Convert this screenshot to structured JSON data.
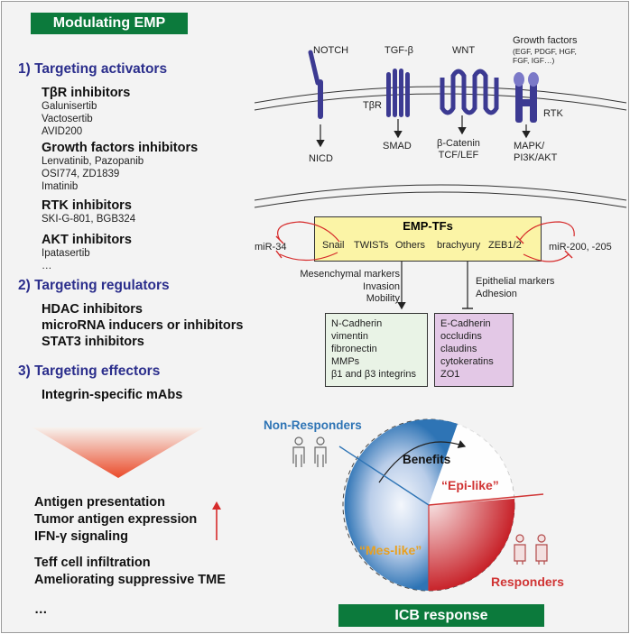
{
  "left": {
    "banner": "Modulating EMP",
    "sections": {
      "activators": {
        "title": "1) Targeting activators",
        "groups": [
          {
            "name": "TβR inhibitors",
            "items": [
              "Galunisertib",
              "Vactosertib",
              "AVID200"
            ]
          },
          {
            "name": "Growth factors inhibitors",
            "items": [
              "Lenvatinib, Pazopanib",
              "OSI774, ZD1839",
              "Imatinib"
            ]
          },
          {
            "name": "RTK inhibitors",
            "items": [
              "SKI-G-801, BGB324"
            ]
          },
          {
            "name": "AKT inhibitors",
            "items": [
              "Ipatasertib",
              "…"
            ]
          }
        ]
      },
      "regulators": {
        "title": "2) Targeting regulators",
        "items": [
          "HDAC inhibitors",
          "microRNA inducers or inhibitors",
          "STAT3 inhibitors"
        ]
      },
      "effectors": {
        "title": "3) Targeting effectors",
        "items": [
          "Integrin-specific mAbs"
        ]
      }
    },
    "outcomes": [
      "Antigen presentation",
      "Tumor antigen expression",
      "IFN-γ signaling"
    ],
    "outcomes2": [
      "Teff cell infiltration",
      "Ameliorating suppressive TME"
    ],
    "ellipsis": "…"
  },
  "pathways": {
    "notch": {
      "top": "NOTCH",
      "bottom": "NICD"
    },
    "tgfb": {
      "top": "TGF-β",
      "receptor": "TβR",
      "bottom": "SMAD"
    },
    "wnt": {
      "top": "WNT",
      "bottom1": "β-Catenin",
      "bottom2": "TCF/LEF"
    },
    "gf": {
      "top": "Growth factors",
      "sub1": "(EGF, PDGF, HGF,",
      "sub2": "FGF, IGF…)",
      "receptor": "RTK",
      "bottom1": "MAPK/",
      "bottom2": "PI3K/AKT"
    }
  },
  "emp": {
    "title": "EMP-TFs",
    "tfs": [
      "Snail",
      "TWISTs",
      "Others",
      "brachyury",
      "ZEB1/2"
    ],
    "mir_left": "miR-34",
    "mir_right": "miR-200, -205",
    "mes_labels": [
      "Mesenchymal markers",
      "Invasion",
      "Mobility"
    ],
    "epi_labels": [
      "Epithelial markers",
      "Adhesion"
    ],
    "mes_markers": [
      "N-Cadherin",
      "vimentin",
      "fibronectin",
      "MMPs",
      "β1 and β3 integrins"
    ],
    "epi_markers": [
      "E-Cadherin",
      "occludins",
      "claudins",
      "cytokeratins",
      "ZO1"
    ]
  },
  "icb": {
    "non_responders": "Non-Responders",
    "benefits": "Benefits",
    "epi_like": "“Epi-like”",
    "mes_like": "“Mes-like”",
    "responders": "Responders",
    "banner": "ICB response"
  },
  "colors": {
    "banner_green": "#0c7a3c",
    "section_blue": "#2b2e8c",
    "emp_yellow": "#fbf4a6",
    "mes_box": "#e9f3e6",
    "epi_box": "#e3c8e6",
    "mir_red": "#d62b2b",
    "responders_red": "#d03434",
    "non_responders_blue": "#2e74b5",
    "mes_like_orange": "#e8a020",
    "receptor_purple": "#3c3a92"
  }
}
